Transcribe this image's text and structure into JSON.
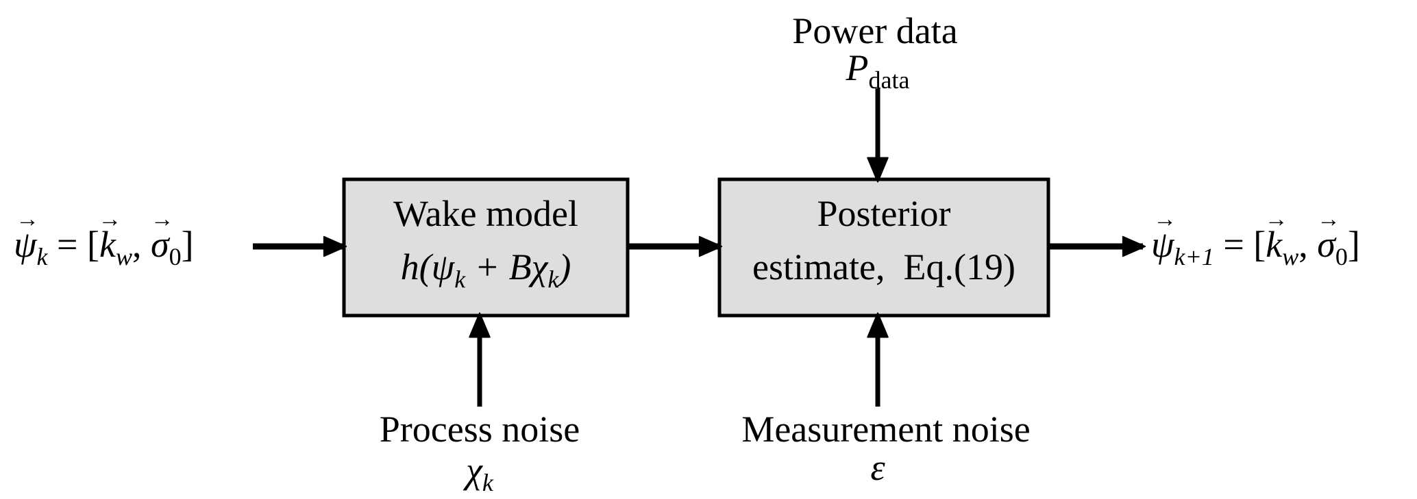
{
  "diagram": {
    "title": "Wake model state estimation block diagram",
    "colors": {
      "block_fill": "#dedede",
      "stroke": "#000000",
      "background": "#ffffff"
    },
    "blocks": [
      {
        "id": "wake-model",
        "line1": "Wake model",
        "line2_parts": [
          "h(",
          "ψ",
          "k",
          " + B",
          "χ",
          "k",
          ")"
        ]
      },
      {
        "id": "posterior-estimate",
        "line1": "Posterior",
        "line2": "estimate,  Eq.(19)"
      }
    ],
    "input_state": {
      "symbol": "ψ",
      "subscript": "k",
      "equals": " = [",
      "k_symbol": "k",
      "k_subscript": "w",
      "sep": ", ",
      "sigma_symbol": "σ",
      "sigma_subscript": "0",
      "close": "]"
    },
    "output_state": {
      "symbol": "ψ",
      "subscript": "k+1",
      "equals": " = [",
      "k_symbol": "k",
      "k_subscript": "w",
      "sep": ", ",
      "sigma_symbol": "σ",
      "sigma_subscript": "0",
      "close": "]"
    },
    "power_data": {
      "label": "Power data",
      "symbol": "P",
      "subscript": "data"
    },
    "process_noise": {
      "label": "Process noise",
      "symbol": "χ",
      "subscript": "k"
    },
    "measurement_noise": {
      "label": "Measurement noise",
      "symbol": "ε"
    },
    "edges": [
      {
        "from": "input_state",
        "to": "wake-model"
      },
      {
        "from": "wake-model",
        "to": "posterior-estimate"
      },
      {
        "from": "posterior-estimate",
        "to": "output_state"
      },
      {
        "from": "power_data",
        "to": "posterior-estimate"
      },
      {
        "from": "process_noise",
        "to": "wake-model"
      },
      {
        "from": "measurement_noise",
        "to": "posterior-estimate"
      }
    ]
  }
}
